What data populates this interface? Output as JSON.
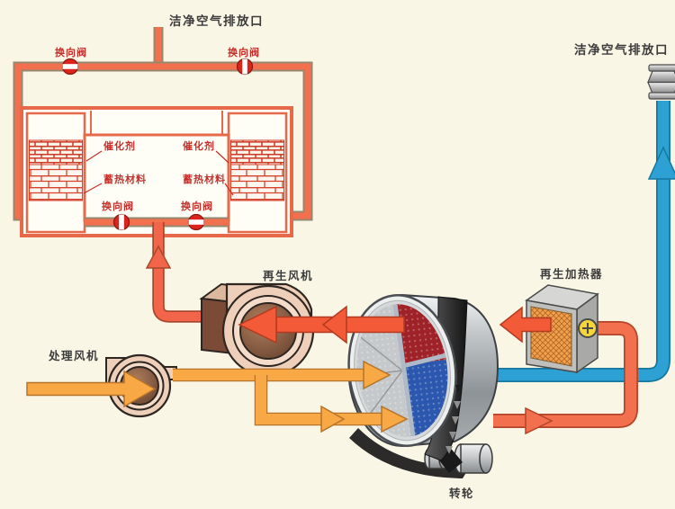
{
  "diagram_title_implicit": "沸石转轮浓缩 + 蓄热催化氧化(RCO)废气处理流程图",
  "labels": {
    "rco_exhaust": "洁净空气排放口",
    "valve_top_left": "换向阀",
    "valve_top_right": "换向阀",
    "valve_bottom_left": "换向阀",
    "valve_bottom_right": "换向阀",
    "catalyst_left": "催化剂",
    "catalyst_right": "催化剂",
    "heat_storage_left": "蓄热材料",
    "heat_storage_right": "蓄热材料",
    "regen_fan": "再生风机",
    "process_fan": "处理风机",
    "regen_heater": "再生加热器",
    "rotor": "转轮",
    "stack_exhaust": "洁净空气排放口"
  },
  "colors": {
    "background": "#FAF6E6",
    "rco_pipe_fill": "#F2704E",
    "rco_pipe_outline": "#97876F",
    "rco_box_border": "#E8684A",
    "brick_mortar_red": "#D5432D",
    "valve_red": "#DA241C",
    "label_red": "#C5302C",
    "label_dark": "#3B3B3B",
    "arrow_red_orange": "#F25A38",
    "arrow_red_outline": "#B33A20",
    "arrow_orange": "#F8A844",
    "arrow_orange_outline": "#B5742A",
    "pipe_blue": "#2EA1D4",
    "pipe_blue_outline": "#14789F",
    "fan_body_tan": "#EECFBA",
    "fan_inner_brown": "#6E4530",
    "wheel_red_sector": "#9E2227",
    "wheel_blue_sector": "#2B57AE",
    "heater_mesh_orange": "#F0A24A",
    "heater_plus_yellow": "#F4D63C"
  }
}
